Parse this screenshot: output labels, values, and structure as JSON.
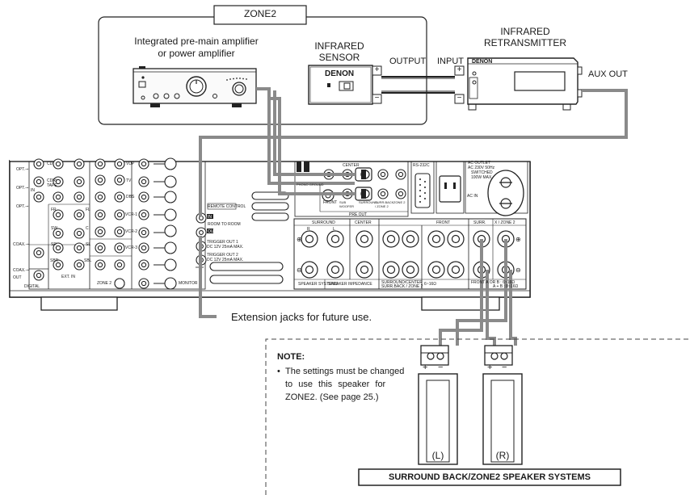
{
  "zone_label": "ZONE2",
  "amplifier": {
    "label_line1": "Integrated pre-main amplifier",
    "label_line2": "or power amplifier"
  },
  "sensor": {
    "label_line1": "INFRARED",
    "label_line2": "SENSOR",
    "brand": "DENON",
    "output_label": "OUTPUT"
  },
  "retransmitter": {
    "label_line1": "INFRARED",
    "label_line2": "RETRANSMITTER",
    "brand": "DENON",
    "input_label": "INPUT",
    "aux_out_label": "AUX OUT"
  },
  "polarity": {
    "plus": "+",
    "minus": "−"
  },
  "receiver_panel": {
    "left_labels": {
      "cd": "CD",
      "cdr_tape": "CDR/ TAPE",
      "in": "IN",
      "opt1": "OPT.⊸",
      "opt2": "OPT.⊸",
      "opt3": "OPT.⊸",
      "coax1": "COAX.⊸",
      "coax2": "COAX.⊸",
      "out": "OUT",
      "digital": "DIGITAL",
      "ext_in": "EXT. IN",
      "fr": "FR",
      "fl": "FL",
      "sw": "SW",
      "c": "C",
      "sr": "SR",
      "sl": "SL",
      "sbr": "SBR",
      "sbl": "SBL",
      "vdp": "VDP",
      "tv": "TV",
      "dbs": "DBS",
      "vcr1": "VCR-1",
      "vcr2": "VCR-2",
      "vcr3": "VCR-3",
      "zone2": "ZONE 2",
      "monitor": "MONITOR"
    },
    "remote_control": "REMOTE CONTROL",
    "remote_in": "IN",
    "remote_out": "OUT",
    "room_to_room": "ROOM TO ROOM",
    "trigger_out_1_line1": "TRIGGER OUT 1",
    "trigger_out_1_line2": "DC 12V 25mA MAX.",
    "trigger_out_2_line1": "TRIGGER OUT 2",
    "trigger_out_2_line2": "DC 12V 25mA MAX.",
    "phono_ground": "PHONO GROUND",
    "pre_out": "PRE OUT",
    "center": "CENTER",
    "front": "FRONT",
    "sub_woofer": "SUB WOOFER",
    "surround": "SURROUND",
    "surr_back_zone2": "SURR.BACK / ZONE 2",
    "zone_2": "ZONE 2",
    "rs232c": "RS-232C",
    "ac_outlet_line1": "AC OUTLET",
    "ac_outlet_line2": "AC 230V 50Hz",
    "ac_outlet_line3": "SWITCHED",
    "ac_outlet_line4": "100W MAX.",
    "ac_in": "AC IN",
    "sp_surround": "SURROUND",
    "sp_center": "CENTER",
    "sp_front": "FRONT",
    "sp_surr": "SURR.",
    "sp_zone2": "X / ZONE 2",
    "r": "R",
    "l": "L",
    "speaker_systems": "SPEAKER SYSTEMS",
    "speaker_impedance": "SPEAKER IMPEDANCE",
    "imp_surround_line1": "SURROUND/CENTER",
    "imp_surround_line2": "SURR.BACK / ZONE 2",
    "imp_range": "6~16Ω",
    "imp_front_line1": "FRONT   A OR B : 6~16Ω",
    "imp_front_line2": "A + B : 8~16Ω"
  },
  "extension_note": "Extension jacks for future use.",
  "note": {
    "title": "NOTE:",
    "bullet": "•",
    "line1": "The settings must be changed",
    "line2": "to use this speaker for",
    "line3": "ZONE2. (See page 25.)"
  },
  "speakers": {
    "left_label": "(L)",
    "right_label": "(R)",
    "caption": "SURROUND BACK/ZONE2 SPEAKER SYSTEMS"
  }
}
